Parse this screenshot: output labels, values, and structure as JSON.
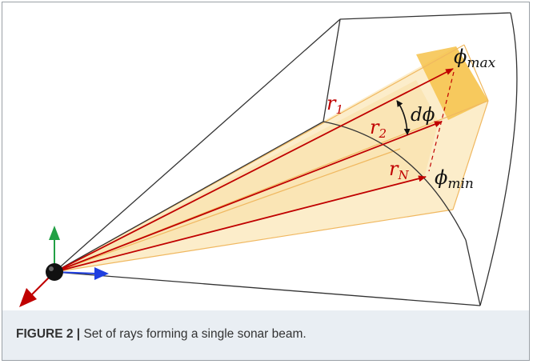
{
  "caption": {
    "figure_label": "FIGURE 2 |",
    "text": "Set of rays forming a single sonar beam."
  },
  "labels": {
    "phi_max": {
      "base": "ϕ",
      "sub": "max"
    },
    "phi_min": {
      "base": "ϕ",
      "sub": "min"
    },
    "d_phi": "dϕ",
    "r1": {
      "base": "r",
      "sub": "1"
    },
    "r2": {
      "base": "r",
      "sub": "2"
    },
    "rN": {
      "base": "r",
      "sub": "N"
    }
  },
  "colors": {
    "ray": "#c00000",
    "beam_fill": "#fbe7b8",
    "beam_highlight": "#f6c24a",
    "axis_x": "#1f3fe0",
    "axis_y": "#22a045",
    "axis_z": "#c00000",
    "wireframe": "#333333",
    "caption_band": "#e9eef3"
  }
}
